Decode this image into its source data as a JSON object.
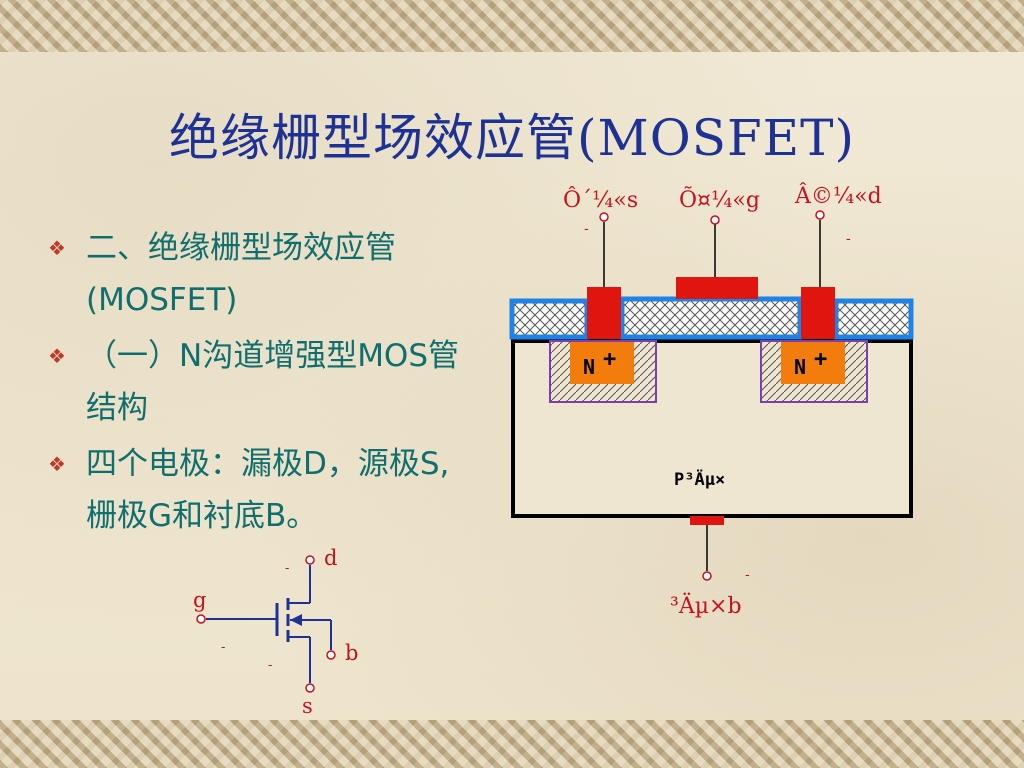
{
  "title": "绝缘栅型场效应管(MOSFET)",
  "bullets": [
    {
      "text": "二、绝缘栅型场效应管(MOSFET)"
    },
    {
      "text": "（一）N沟道增强型MOS管结构"
    },
    {
      "text": "四个电极：漏极D，源极S, 栅极G和衬底B。"
    }
  ],
  "cross_section": {
    "source_label": "Ô´¼«s",
    "gate_label": "Õ¤¼«g",
    "drain_label": "Â©¼«d",
    "n_plus_left": "N",
    "n_plus_right": "N",
    "plus_sign": "+",
    "substrate_label": "P³Äµ×",
    "bulk_label": "³Äµ×b",
    "dash": "-"
  },
  "symbol": {
    "d": "d",
    "g": "g",
    "b": "b",
    "s": "s",
    "dash": "-"
  },
  "colors": {
    "title": "#1e3296",
    "bullet_text": "#0f6e6e",
    "bullet_mark": "#c03a2b",
    "metal": "#e0150f",
    "oxide_border": "#1e82e6",
    "n_region": "#f27d0c",
    "well_border": "#7b3fb0",
    "label_red": "#c8101e"
  }
}
